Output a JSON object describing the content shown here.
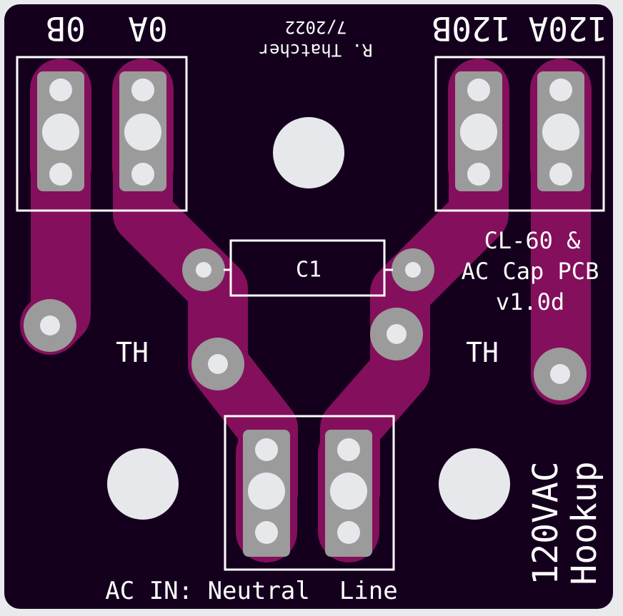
{
  "board": {
    "author": "R. Thatcher",
    "date": "7/2022",
    "title_lines": [
      "CL-60 &",
      "AC Cap PCB",
      "v1.0d"
    ],
    "hookup_lines": [
      "120VAC",
      "Hookup"
    ],
    "component_label": "C1",
    "th_label": "TH",
    "terminals_top_left": [
      "0B",
      "0A"
    ],
    "terminals_top_right": [
      "120B",
      "120A"
    ],
    "ac_in_label": "AC IN: Neutral  Line",
    "colors": {
      "background": "#e9eaec",
      "board": "#14001d",
      "copper": "#840f5c",
      "pad": "#9b9b9b",
      "hole": "#e7e8ec",
      "silkscreen": "#ffffff"
    }
  }
}
